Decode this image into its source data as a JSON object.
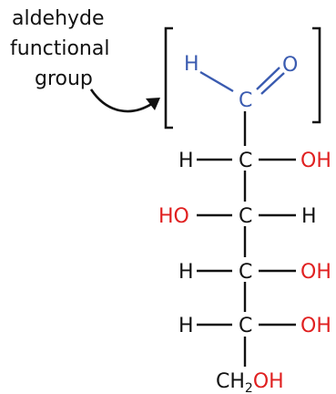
{
  "caption": {
    "line1": "aldehyde",
    "line2": "functional",
    "line3": "group"
  },
  "colors": {
    "black": "#111111",
    "blue": "#3a5bb0",
    "red": "#e02020"
  },
  "aldehyde": {
    "h": "H",
    "c": "C",
    "o": "O"
  },
  "rows": [
    {
      "left": "H",
      "center": "C",
      "right": "OH"
    },
    {
      "left": "HO",
      "center": "C",
      "right": "H"
    },
    {
      "left": "H",
      "center": "C",
      "right": "OH"
    },
    {
      "left": "H",
      "center": "C",
      "right": "OH"
    }
  ],
  "terminal": {
    "ch": "CH",
    "sub": "2",
    "oh": "OH"
  }
}
